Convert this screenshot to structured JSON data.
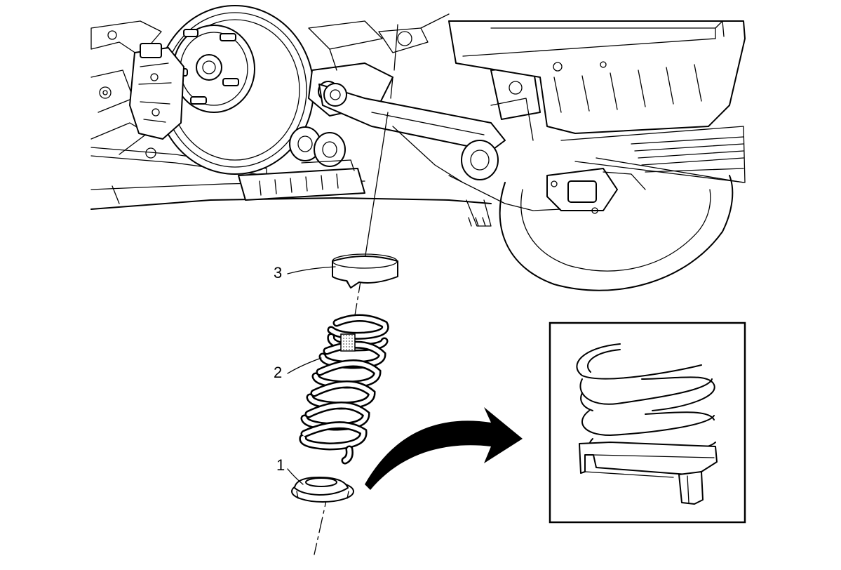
{
  "callouts": [
    {
      "id": "1",
      "label": "1"
    },
    {
      "id": "2",
      "label": "2"
    },
    {
      "id": "3",
      "label": "3"
    }
  ],
  "colors": {
    "line": "#000000",
    "background": "#ffffff",
    "foam_pad": "#bdbdbd"
  }
}
